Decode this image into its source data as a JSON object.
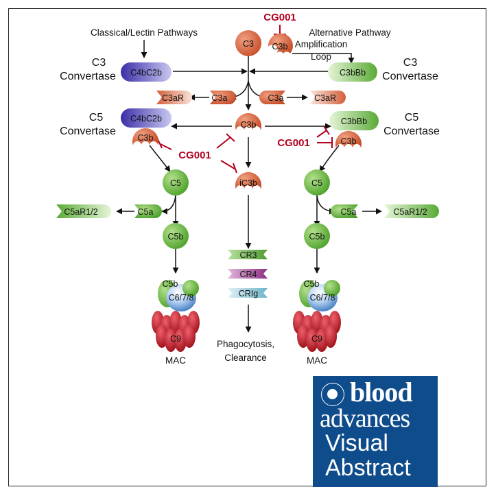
{
  "labels": {
    "classical_lectin": "Classical/Lectin Pathways",
    "alternative": "Alternative Pathway",
    "amplification": "Amplification",
    "loop": "Loop",
    "c3_convertase": "C3",
    "convertase_word": "Convertase",
    "c5_convertase": "C5",
    "phagocytosis": "Phagocytosis,",
    "clearance": "Clearance",
    "mac": "MAC"
  },
  "inhibitor": "CG001",
  "nodes": {
    "c3": "C3",
    "c3b": "C3b",
    "c4bc2b": "C4bC2b",
    "c3bbb": "C3bBb",
    "c3a": "C3a",
    "c3ar": "C3aR",
    "ic3b": "iC3b",
    "c5": "C5",
    "c5a": "C5a",
    "c5ar": "C5aR1/2",
    "c5b": "C5b",
    "c678": "C6/7/8",
    "c9": "C9",
    "cr3": "CR3",
    "cr4": "CR4",
    "crig": "CRIg"
  },
  "colors": {
    "c3_orange": "#d2603c",
    "c5_green": "#64b43c",
    "c4_purple": "#5046b4",
    "c9_red": "#c8283c",
    "inhibitor_red": "#b3001e",
    "logo_blue": "#0f4c8c"
  },
  "logo": {
    "line1": "blood",
    "line2": "advances",
    "line3": "Visual",
    "line4": "Abstract",
    "seal_icon": "ash-seal-icon"
  }
}
